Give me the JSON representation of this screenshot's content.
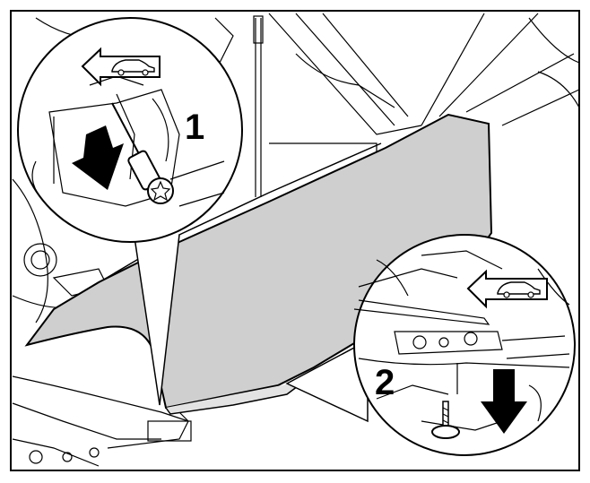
{
  "figure": {
    "callouts": [
      {
        "label": "1",
        "part": "bolt"
      },
      {
        "label": "2",
        "part": "screw"
      }
    ],
    "direction_badges": [
      "car-forward-arrow-icon",
      "car-forward-arrow-icon"
    ],
    "colors": {
      "fender_fill": "#cfcfcf",
      "line": "#000000",
      "background": "#ffffff",
      "arrow_fill": "#000000"
    }
  }
}
